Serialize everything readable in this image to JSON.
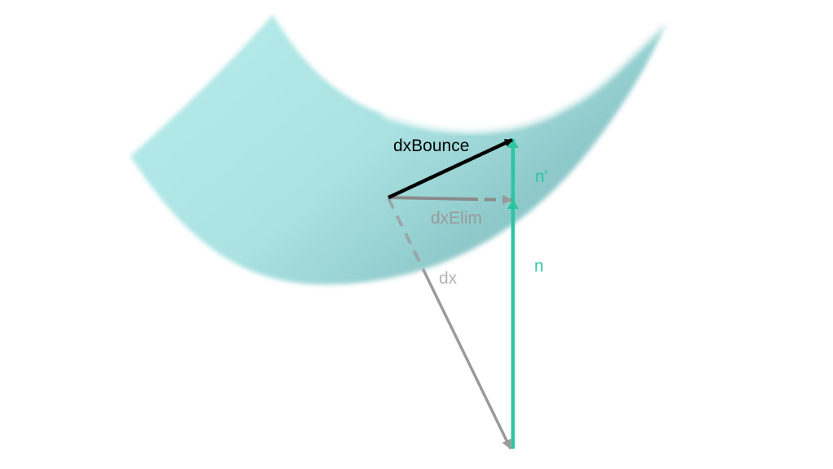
{
  "labels": {
    "dx_bounce": "dxBounce",
    "n_prime": "n'",
    "dx_elim": "dxElim",
    "dx": "dx",
    "n": "n"
  },
  "colors": {
    "surface_light": "#b3ebeb",
    "surface_dark": "#7fbfbf",
    "normal_vector": "#2ec4a2",
    "dx_bounce_vector": "#000000",
    "dx_vector": "#9a9a9a",
    "dx_elim_vector": "#8a8a8a",
    "dx_label": "#b5b5b5",
    "dx_elim_label": "#9a9a9a",
    "normal_label": "#2ec4a2"
  }
}
